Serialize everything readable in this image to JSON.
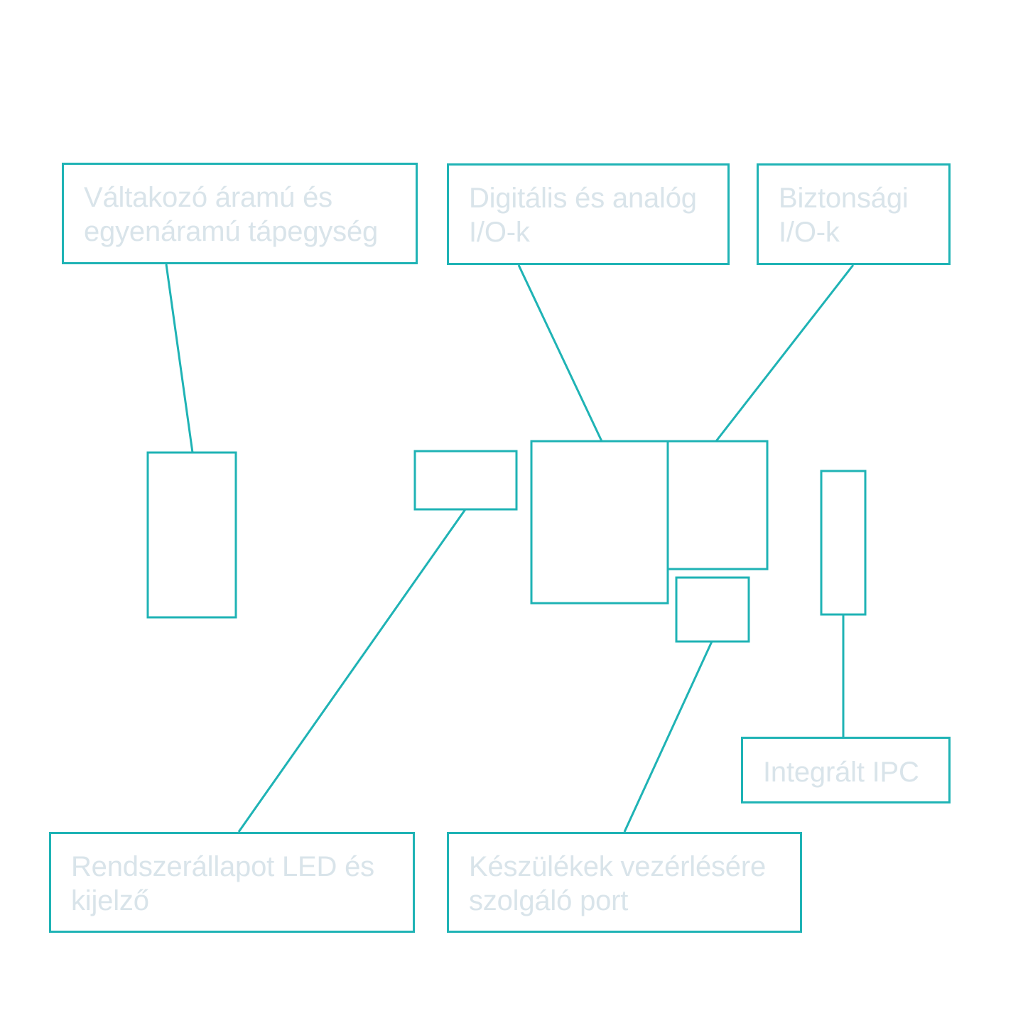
{
  "callouts": {
    "power_supply": {
      "label": "Váltakozó áramú és\negyenáramú tápegység"
    },
    "digital_analog_io": {
      "label": "Digitális és analóg\nI/O-k"
    },
    "safety_io": {
      "label": "Biztonsági\nI/O-k"
    },
    "integrated_ipc": {
      "label": "Integrált IPC"
    },
    "status_led_display": {
      "label": "Rendszerállapot LED és\nkijelző"
    },
    "device_control_port": {
      "label": "Készülékek vezérlésére\nszolgáló port"
    }
  },
  "colors": {
    "outline": "#1fb3b5",
    "label_text": "#d9e4ea",
    "background": "#ffffff"
  }
}
